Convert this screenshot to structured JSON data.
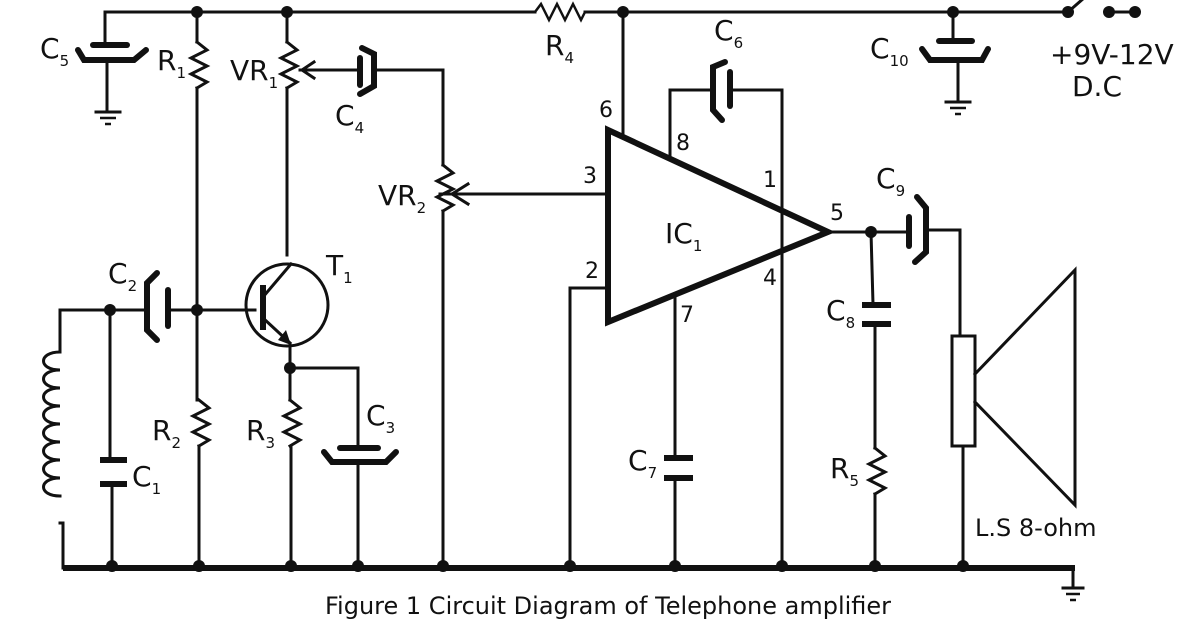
{
  "caption": "Figure 1 Circuit Diagram of Telephone amplifier",
  "supply": {
    "line1": "+9V-12V",
    "line2": "D.C"
  },
  "speaker": {
    "label": "L.S 8-ohm"
  },
  "components": {
    "C1": {
      "base": "C",
      "sub": "1"
    },
    "C2": {
      "base": "C",
      "sub": "2"
    },
    "C3": {
      "base": "C",
      "sub": "3"
    },
    "C4": {
      "base": "C",
      "sub": "4"
    },
    "C5": {
      "base": "C",
      "sub": "5"
    },
    "C6": {
      "base": "C",
      "sub": "6"
    },
    "C7": {
      "base": "C",
      "sub": "7"
    },
    "C8": {
      "base": "C",
      "sub": "8"
    },
    "C9": {
      "base": "C",
      "sub": "9"
    },
    "C10": {
      "base": "C",
      "sub": "10"
    },
    "R1": {
      "base": "R",
      "sub": "1"
    },
    "R2": {
      "base": "R",
      "sub": "2"
    },
    "R3": {
      "base": "R",
      "sub": "3"
    },
    "R4": {
      "base": "R",
      "sub": "4"
    },
    "R5": {
      "base": "R",
      "sub": "5"
    },
    "VR1": {
      "base": "VR",
      "sub": "1"
    },
    "VR2": {
      "base": "VR",
      "sub": "2"
    },
    "T1": {
      "base": "T",
      "sub": "1"
    },
    "IC1": {
      "base": "IC",
      "sub": "1"
    }
  },
  "ic_pins": {
    "p1": "1",
    "p2": "2",
    "p3": "3",
    "p4": "4",
    "p5": "5",
    "p6": "6",
    "p7": "7",
    "p8": "8"
  }
}
